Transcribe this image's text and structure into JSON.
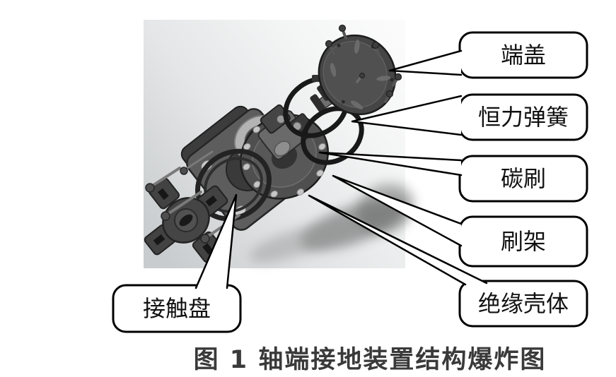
{
  "figure": {
    "caption": "图 1  轴端接地装置结构爆炸图",
    "callouts": {
      "end_cap": "端盖",
      "constant_force_spring": "恒力弹簧",
      "carbon_brush": "碳刷",
      "brush_holder": "刷架",
      "insulating_housing": "绝缘壳体",
      "contact_disc": "接触盘"
    },
    "colors": {
      "callout_border": "#000000",
      "callout_fill": "#ffffff",
      "label_text": "#111111",
      "caption_text": "#3a3a3a",
      "photo_bg_light": "#fafbfb",
      "photo_bg_dark": "#c9ccce",
      "model_dark_gray": "#4f4f4f",
      "model_black": "#1a1a1a"
    }
  }
}
